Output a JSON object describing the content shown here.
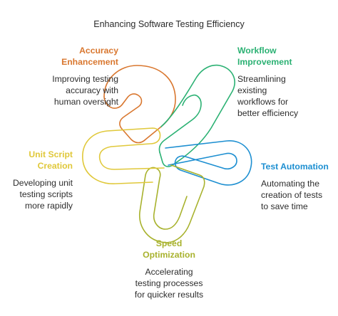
{
  "title": "Enhancing Software Testing Efficiency",
  "colors": {
    "accuracy": "#d9772f",
    "workflow": "#2bb173",
    "test_automation": "#1d8fd1",
    "speed": "#a8b22d",
    "unit_script": "#e0c83a"
  },
  "items": {
    "accuracy": {
      "heading": "Accuracy\nEnhancement",
      "description": "Improving testing\naccuracy with\nhuman oversight"
    },
    "workflow": {
      "heading": "Workflow\nImprovement",
      "description": "Streamlining\nexisting\nworkflows for\nbetter efficiency"
    },
    "test_automation": {
      "heading": "Test Automation",
      "description": "Automating the\ncreation of tests\nto save time"
    },
    "unit_script": {
      "heading": "Unit Script\nCreation",
      "description": "Developing unit\ntesting scripts\nmore rapidly"
    },
    "speed": {
      "heading": "Speed\nOptimization",
      "description": "Accelerating\ntesting processes\nfor quicker results"
    }
  }
}
